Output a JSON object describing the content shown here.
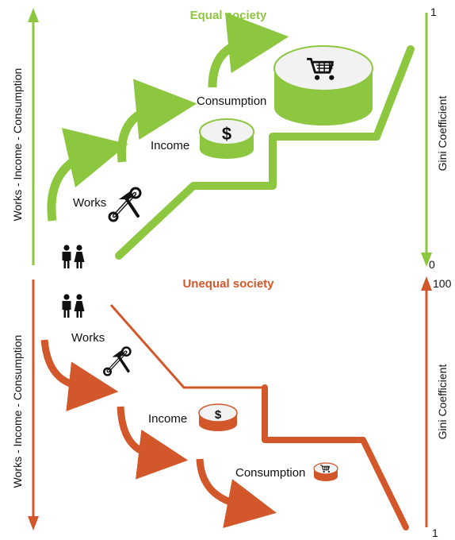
{
  "colors": {
    "equal": "#8dc63f",
    "unequal": "#d2572a",
    "coin_top": "#f2f2f2",
    "text": "#111111"
  },
  "icons": [
    "people-icon",
    "tools-icon",
    "dollar-coin-icon",
    "shopping-cart-icon"
  ],
  "equal_society": {
    "title": "Equal society",
    "left_axis_label": "Works - Income - Consumption",
    "right_axis_label": "Gini Coefficient",
    "gini_top": "1",
    "gini_bottom": "0",
    "steps": {
      "works": "Works",
      "income": "Income",
      "consumption": "Consumption"
    },
    "coin_symbol": "$"
  },
  "unequal_society": {
    "title": "Unequal society",
    "left_axis_label": "Works - Income - Consumption",
    "right_axis_label": "Gini Coefficient",
    "gini_top": "100",
    "gini_bottom": "1",
    "steps": {
      "works": "Works",
      "income": "Income",
      "consumption": "Consumption"
    },
    "coin_symbol": "$"
  }
}
